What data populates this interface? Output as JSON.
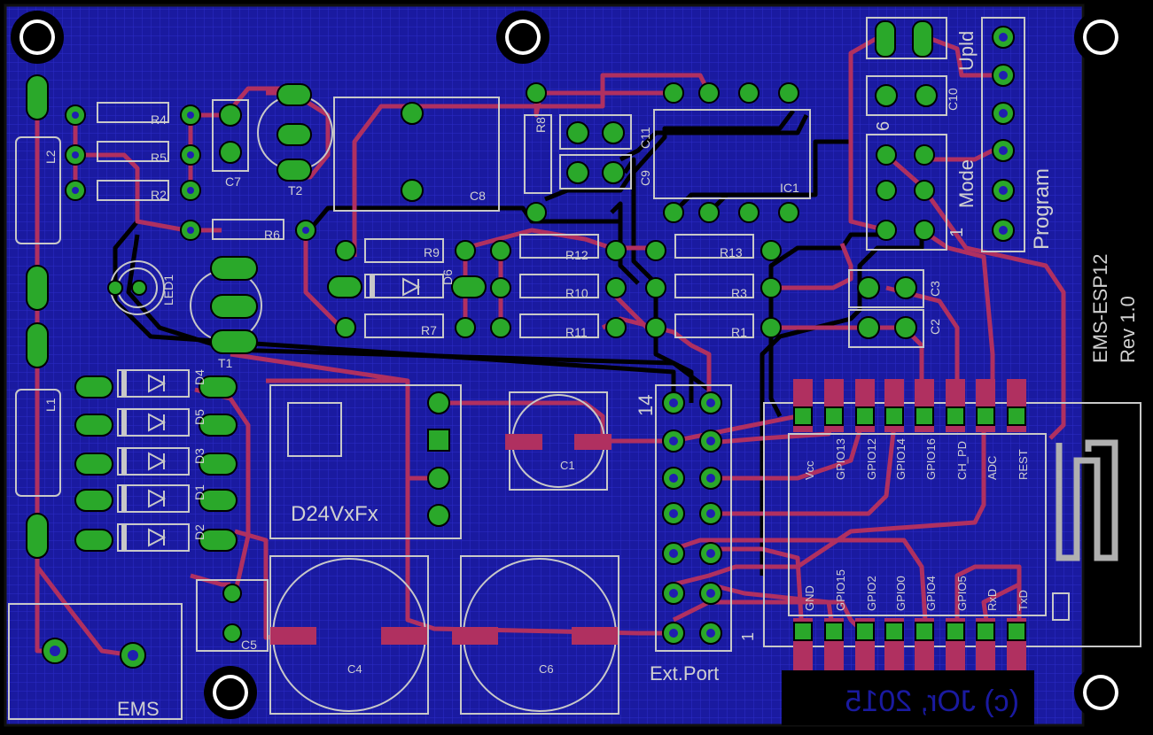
{
  "board": {
    "colors": {
      "background": "#1a1aa0",
      "grid": "#2c2cc8",
      "trace_top": "#b03060",
      "trace_bottom": "#000000",
      "pad": "#2aa82a",
      "silk": "#c8c8c8",
      "outline": "#000000"
    },
    "module_title": "EMS-ESP12",
    "revision": "Rev 1.0",
    "copyright_mirrored": "(c) JOr, 2015",
    "connectors": {
      "ems": "EMS",
      "ext_port": "Ext.Port",
      "ext_pin_14": "14",
      "ext_pin_1": "1",
      "program": "Program",
      "upld": "Upld",
      "mode": "Mode",
      "mode_pin_6": "6",
      "mode_pin_1": "1"
    },
    "regulator": "D24VxFx",
    "esp_top_pins": [
      "Vcc",
      "GPIO13",
      "GPIO12",
      "GPIO14",
      "GPIO16",
      "CH_PD",
      "ADC",
      "REST"
    ],
    "esp_bottom_pins": [
      "GND",
      "GPIO15",
      "GPIO2",
      "GPIO0",
      "GPIO4",
      "GPIO5",
      "RxD",
      "TxD"
    ],
    "components": {
      "R4": "R4",
      "R5": "R5",
      "R2": "R2",
      "R6": "R6",
      "R8": "R8",
      "R9": "R9",
      "R7": "R7",
      "R12": "R12",
      "R10": "R10",
      "R11": "R11",
      "R13": "R13",
      "R3": "R3",
      "R1": "R1",
      "C1": "C1",
      "C2": "C2",
      "C3": "C3",
      "C4": "C4",
      "C5": "C5",
      "C6": "C6",
      "C7": "C7",
      "C8": "C8",
      "C9": "C9",
      "C10": "C10",
      "C11": "C11",
      "D1": "D1",
      "D2": "D2",
      "D3": "D3",
      "D4": "D4",
      "D5": "D5",
      "D6": "D6",
      "L1": "L1",
      "L2": "L2",
      "T1": "T1",
      "T2": "T2",
      "LED1": "LED1",
      "IC1": "IC1"
    }
  }
}
